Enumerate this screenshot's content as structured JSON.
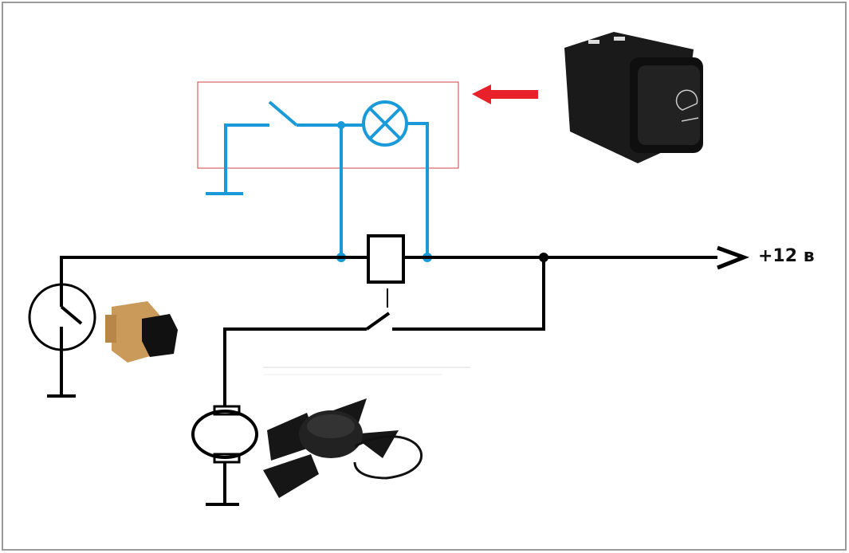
{
  "diagram": {
    "voltage_label": "+12 в",
    "colors": {
      "wire": "#000000",
      "control_wire": "#1a9ad8",
      "highlight_box": "#d04040",
      "arrow": "#e8202a",
      "frame": "#9a9a9a"
    },
    "components": [
      "thermo-switch",
      "relay",
      "fan-motor",
      "dashboard-switch-with-lamp"
    ]
  }
}
